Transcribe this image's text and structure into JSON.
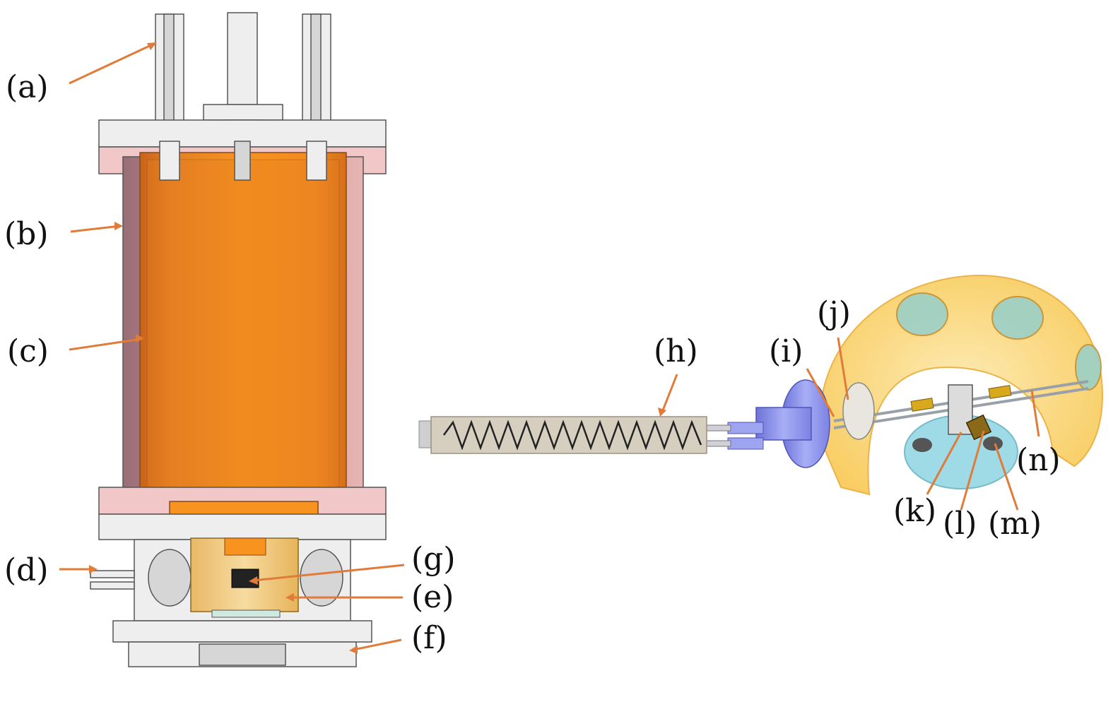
{
  "labels": {
    "a": "(a)",
    "b": "(b)",
    "c": "(c)",
    "d": "(d)",
    "e": "(e)",
    "f": "(f)",
    "g": "(g)",
    "h": "(h)",
    "i": "(i)",
    "j": "(j)",
    "k": "(k)",
    "l": "(l)",
    "m": "(m)",
    "n": "(n)"
  },
  "colors": {
    "arrow": "#e07b39",
    "copper": "#f7931e",
    "copper_dark": "#c8641a",
    "outer_shield": "#a87a82",
    "outer_shield_light": "#f2c7c7",
    "gold": "#f5c04a",
    "gold_light": "#f7d98a",
    "flange_blue": "#8f96f0",
    "cyan": "#7fd0e0"
  }
}
